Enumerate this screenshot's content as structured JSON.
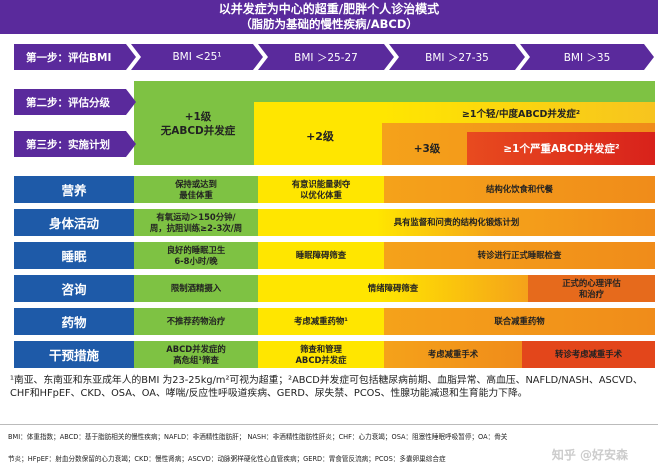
{
  "title": {
    "line1": "以并发症为中心的超重/肥胖个人诊治模式",
    "line2": "（脂肪为基础的慢性疾病/ABCD）"
  },
  "steps": {
    "step1": "第一步：评估BMI",
    "step2": "第二步：评估分级",
    "step3": "第三步：实施计划"
  },
  "bmi": [
    "BMI <25¹",
    "BMI ＞25-27",
    "BMI ＞27-35",
    "BMI ＞35"
  ],
  "grading": {
    "grade1": "+1级\n无ABCD并发症",
    "grade2": "+2级",
    "mild_header": "≥1个轻/中度ABCD并发症²",
    "grade3": "+3级",
    "severe_header": "≥1个严重ABCD并发症²"
  },
  "rows": [
    {
      "label": "营养",
      "cells": [
        "保持或达到\n最佳体重",
        "有意识能量剥夺\n以优化体重",
        "结构化饮食和代餐"
      ]
    },
    {
      "label": "身体活动",
      "cells": [
        "有氧运动＞150分钟/\n周，抗阻训练≥2-3次/周",
        "具有监督和问责的结构化锻炼计划"
      ]
    },
    {
      "label": "睡眠",
      "cells": [
        "良好的睡眠卫生\n6-8小时/晚",
        "睡眠障碍筛查",
        "转诊进行正式睡眠检查"
      ]
    },
    {
      "label": "咨询",
      "cells": [
        "限制酒精摄入",
        "情绪障碍筛查",
        "正式的心理评估\n和治疗"
      ]
    },
    {
      "label": "药物",
      "cells": [
        "不推荐药物治疗",
        "考虑减重药物¹",
        "联合减重药物"
      ]
    },
    {
      "label": "干预措施",
      "cells": [
        "ABCD并发症的\n高危组¹筛查",
        "筛查和管理\nABCD并发症",
        "考虑减重手术",
        "转诊考虑减重手术"
      ]
    }
  ],
  "footnote": "¹南亚、东南亚和东亚成年人的BMI 为23-25kg/m²可视为超重；²ABCD并发症可包括糖尿病前期、血脂异常、高血压、NAFLD/NASH、ASCVD、CHF和HFpEF、CKD、OSA、OA、哮喘/反应性呼吸道疾病、GERD、尿失禁、PCOS、性腺功能减退和生育能力下降。",
  "abbreviations": {
    "line1": "BMI：体重指数；ABCD：基于脂肪相关的慢性疾病；NAFLD：非酒精性脂肪肝； NASH：非酒精性脂肪性肝炎；CHF：心力衰竭；OSA：阻塞性睡眠呼吸暂停；OA：骨关",
    "line2": "节炎；HFpEF：射血分数保留的心力衰竭；CKD：慢性肾病；ASCVD：动脉粥样硬化性心血管疾病；GERD：胃食管反流病；PCOS：多囊卵巢综合症"
  },
  "watermark": "知乎 @好安森"
}
